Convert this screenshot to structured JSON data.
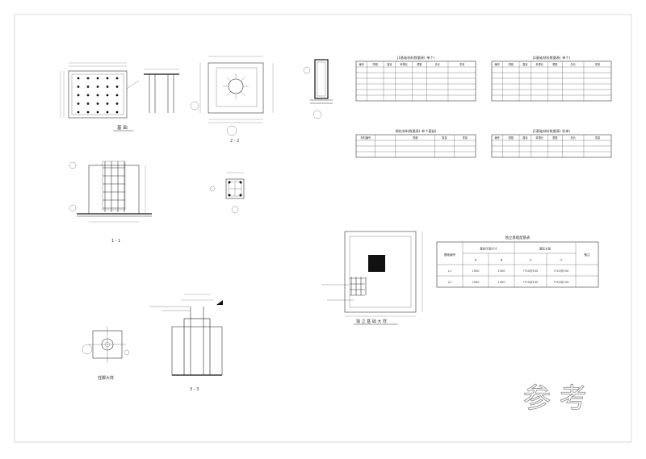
{
  "drawing": {
    "frame_color": "#d0d0d0",
    "line_color": "#333333",
    "watermark": "参 考",
    "titles": {
      "plan_view": "基 础",
      "section_1": "1 - 1",
      "section_2": "2 - 2",
      "section_3": "3 - 3",
      "plan_small": "柱脚大样",
      "plan_big": "独 立 基 础 大 样"
    },
    "table_j1": {
      "title": "J1基础材料数量表( 单个)",
      "headers": [
        "编号",
        "简图",
        "直径",
        "单根长",
        "根数",
        "总长",
        "重量"
      ]
    },
    "table_j2": {
      "title": "J2基础材料数量表( 单个)",
      "headers": [
        "编号",
        "简图",
        "直径",
        "单根长",
        "根数",
        "总长",
        "重量"
      ]
    },
    "table_steel": {
      "title": "钢柱材料数量表( 单个基础)",
      "headers": [
        "材料编号",
        "",
        "规格",
        "数量",
        "重量"
      ]
    },
    "table_col": {
      "title": "J1基础材料数量表( 柱单)",
      "headers": [
        "编号",
        "简图",
        "直径",
        "单根长",
        "根数",
        "总长",
        "重量"
      ]
    },
    "table_found": {
      "title": "独立基础配筋表",
      "headers": [
        "基础编号",
        "基础平面尺寸",
        "",
        "基底主筋",
        "",
        "备注"
      ],
      "subheaders": [
        "",
        "A",
        "B",
        "①",
        "②",
        ""
      ],
      "rows": [
        [
          "J-1",
          "1500",
          "1500",
          "??10@150",
          "??10@150",
          ""
        ],
        [
          "J-2",
          "1000",
          "1000",
          "??10@150",
          "??10@150",
          ""
        ]
      ]
    }
  }
}
